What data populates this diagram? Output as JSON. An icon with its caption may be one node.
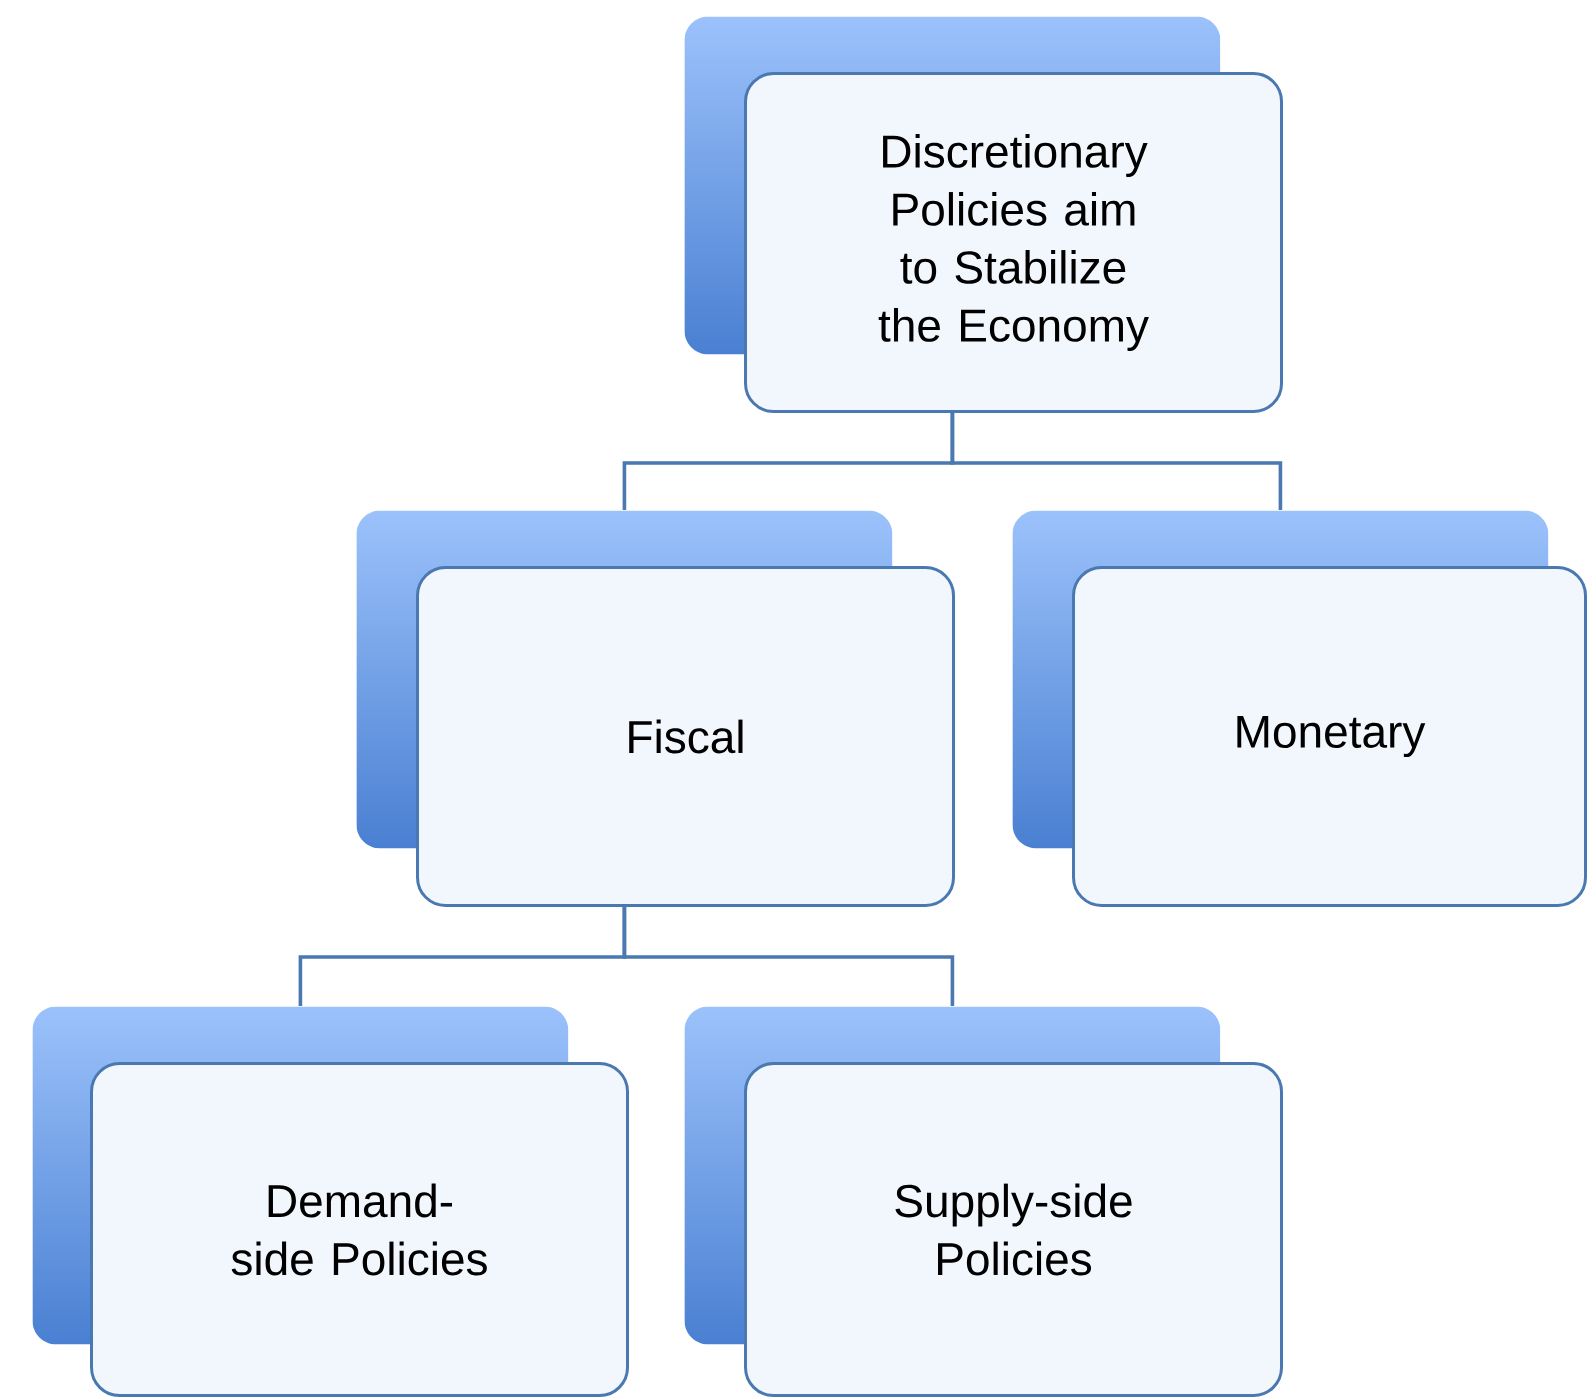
{
  "diagram": {
    "nodes": [
      {
        "text": [
          "Discretionary Policies aim to Stabilize the Economy"
        ]
      },
      {
        "text": [
          "Fiscal"
        ]
      },
      {
        "text": [
          "Monetary"
        ]
      },
      {
        "text": [
          "Demand-side Policies"
        ]
      },
      {
        "text": [
          "Supply-side Policies"
        ]
      }
    ],
    "edges": [
      {
        "from": 0,
        "to": 1,
        "arrow": "none"
      },
      {
        "from": 0,
        "to": 2,
        "arrow": "none"
      },
      {
        "from": 1,
        "to": 3,
        "arrow": "none"
      },
      {
        "from": 1,
        "to": 4,
        "arrow": "none"
      }
    ]
  }
}
